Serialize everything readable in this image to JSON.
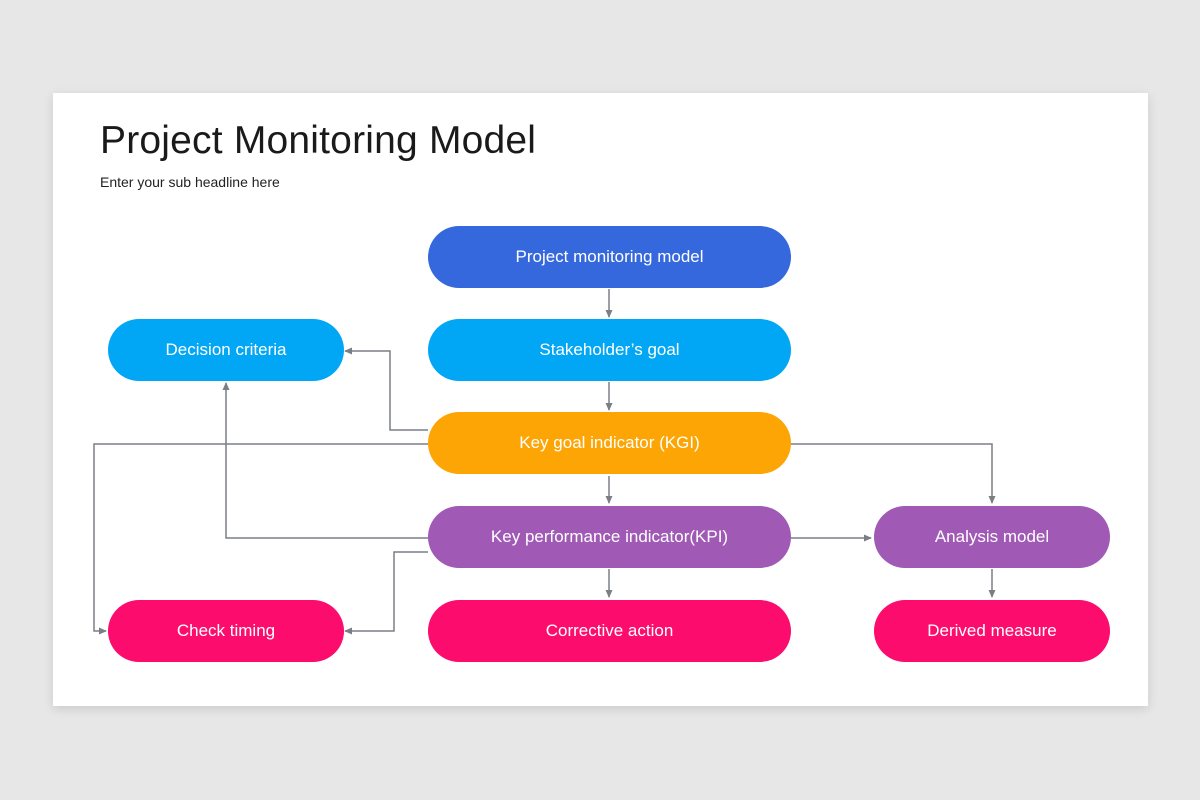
{
  "slide": {
    "title": "Project Monitoring Model",
    "subtitle": "Enter your sub headline here"
  },
  "colors": {
    "dark_blue": "#3568dc",
    "light_blue": "#01a7f5",
    "orange": "#fda505",
    "purple": "#a05ab5",
    "pink": "#fc0c6d",
    "connector": "#7a7f86"
  },
  "nodes": {
    "project_monitoring_model": "Project monitoring model",
    "stakeholders_goal": "Stakeholder’s goal",
    "decision_criteria": "Decision criteria",
    "kgi": "Key goal indicator (KGI)",
    "kpi": "Key performance indicator(KPI)",
    "analysis_model": "Analysis model",
    "check_timing": "Check timing",
    "corrective_action": "Corrective action",
    "derived_measure": "Derived measure"
  },
  "connections": [
    {
      "from": "Project monitoring model",
      "to": "Stakeholder’s goal"
    },
    {
      "from": "Stakeholder’s goal",
      "to": "Key goal indicator (KGI)"
    },
    {
      "from": "Key goal indicator (KGI)",
      "to": "Decision criteria"
    },
    {
      "from": "Key goal indicator (KGI)",
      "to": "Key performance indicator(KPI)"
    },
    {
      "from": "Key goal indicator (KGI)",
      "to": "Analysis model"
    },
    {
      "from": "Key goal indicator (KGI)",
      "to": "Check timing"
    },
    {
      "from": "Key performance indicator(KPI)",
      "to": "Decision criteria"
    },
    {
      "from": "Key performance indicator(KPI)",
      "to": "Analysis model"
    },
    {
      "from": "Key performance indicator(KPI)",
      "to": "Check timing"
    },
    {
      "from": "Key performance indicator(KPI)",
      "to": "Corrective action"
    },
    {
      "from": "Analysis model",
      "to": "Derived measure"
    }
  ]
}
